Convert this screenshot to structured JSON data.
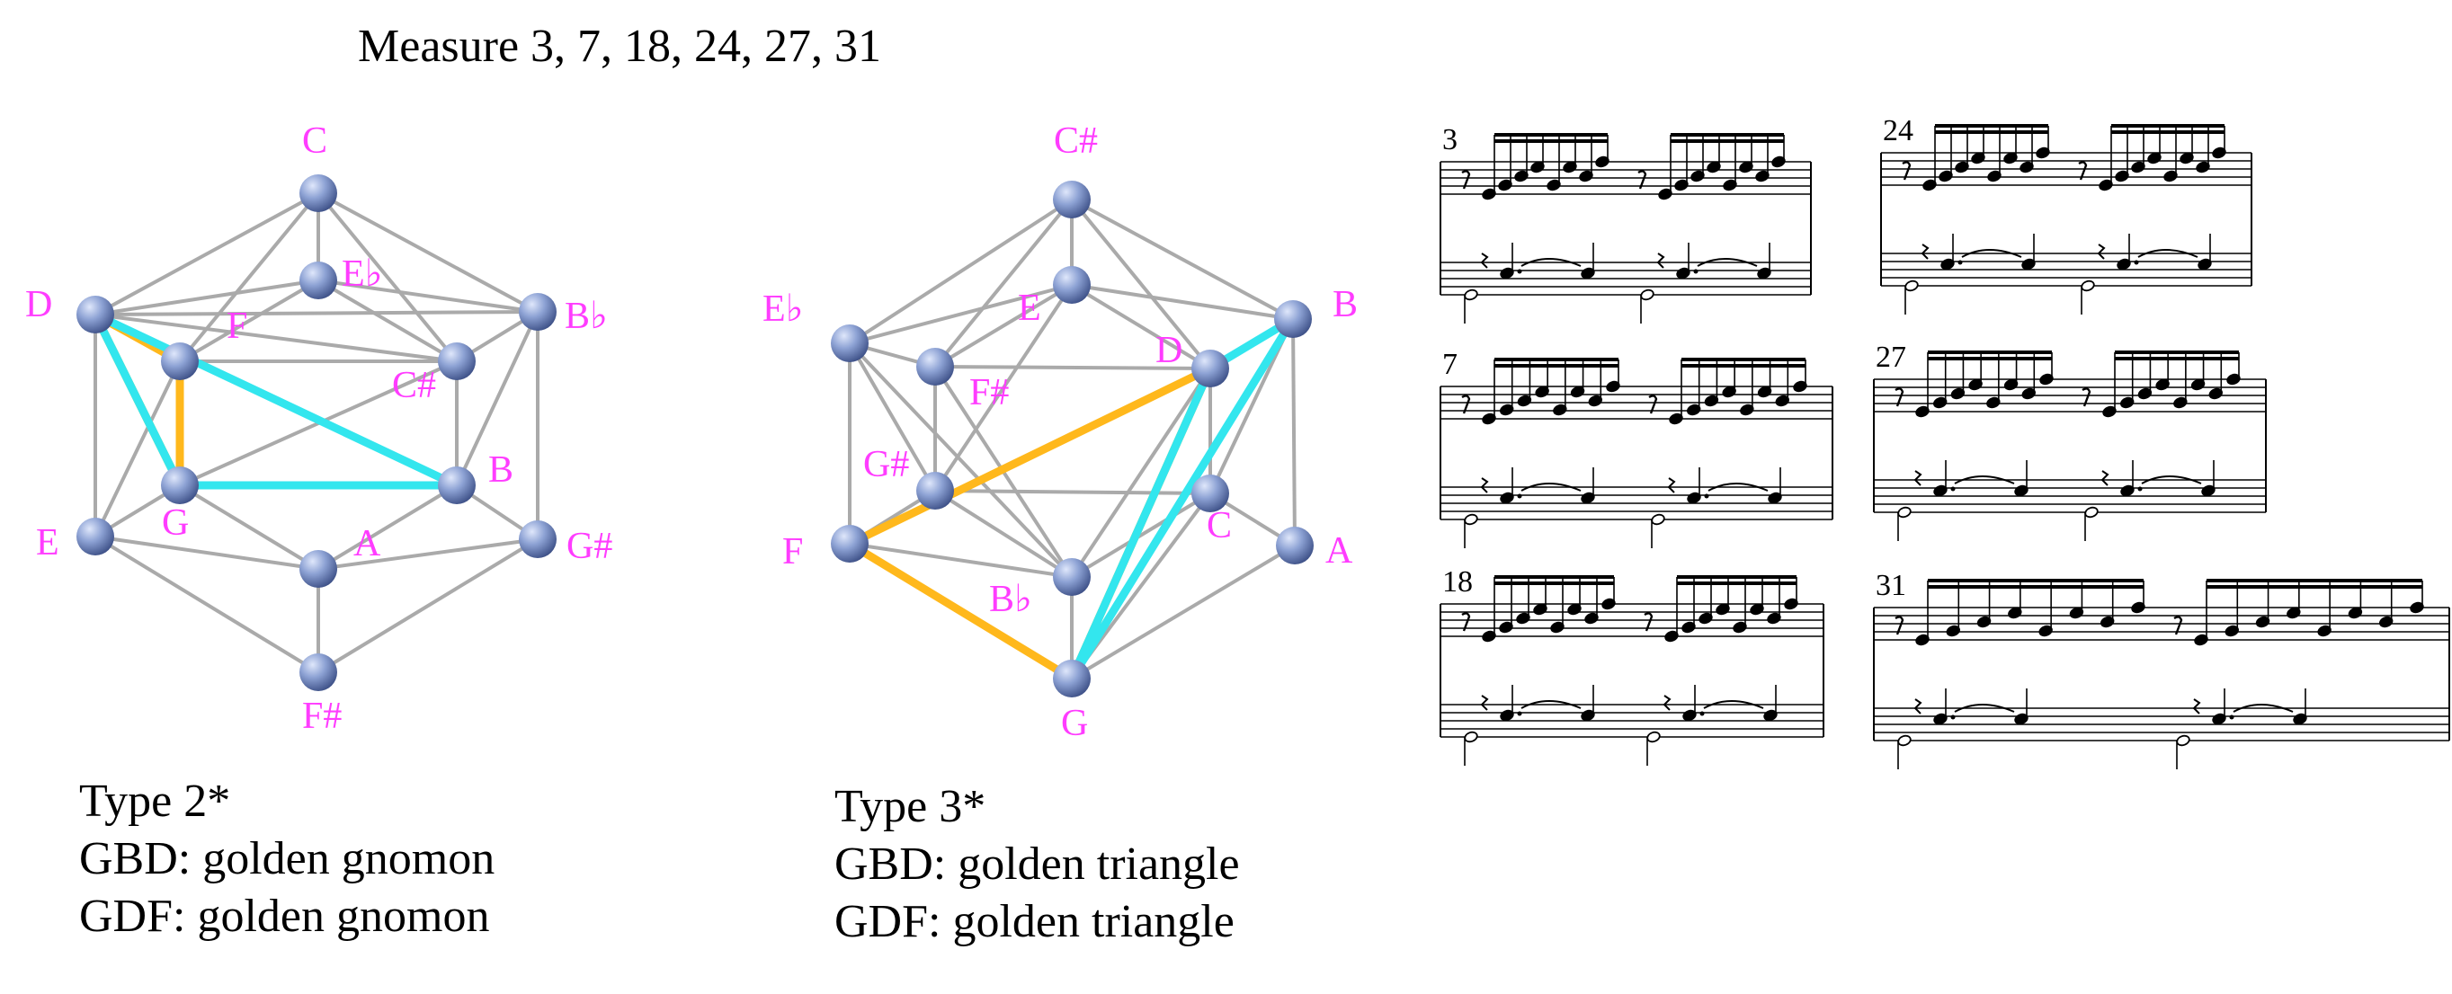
{
  "heading": "Measure 3, 7, 18, 24, 27, 31",
  "palette": {
    "label": "#ff3cff",
    "edge": "#aaaaaa",
    "node": "#7f95c8",
    "gnomon_gbd": "#33e6ee",
    "gnomon_gdf": "#ffb81c"
  },
  "left_diagram": {
    "labels": [
      "C",
      "D",
      "F",
      "E♭",
      "B♭",
      "C#",
      "B",
      "G",
      "E",
      "A",
      "G#",
      "F#"
    ],
    "caption": {
      "type": "Type 2*",
      "line1": "GBD: golden gnomon",
      "line2": "GDF: golden gnomon"
    }
  },
  "right_diagram": {
    "labels": [
      "C#",
      "E♭",
      "E",
      "B",
      "D",
      "F#",
      "G#",
      "F",
      "C",
      "A",
      "B♭",
      "G"
    ],
    "caption": {
      "type": "Type 3*",
      "line1": "GBD: golden triangle",
      "line2": "GDF: golden triangle"
    }
  },
  "scores": {
    "measures": [
      "3",
      "7",
      "18",
      "24",
      "27",
      "31"
    ]
  }
}
